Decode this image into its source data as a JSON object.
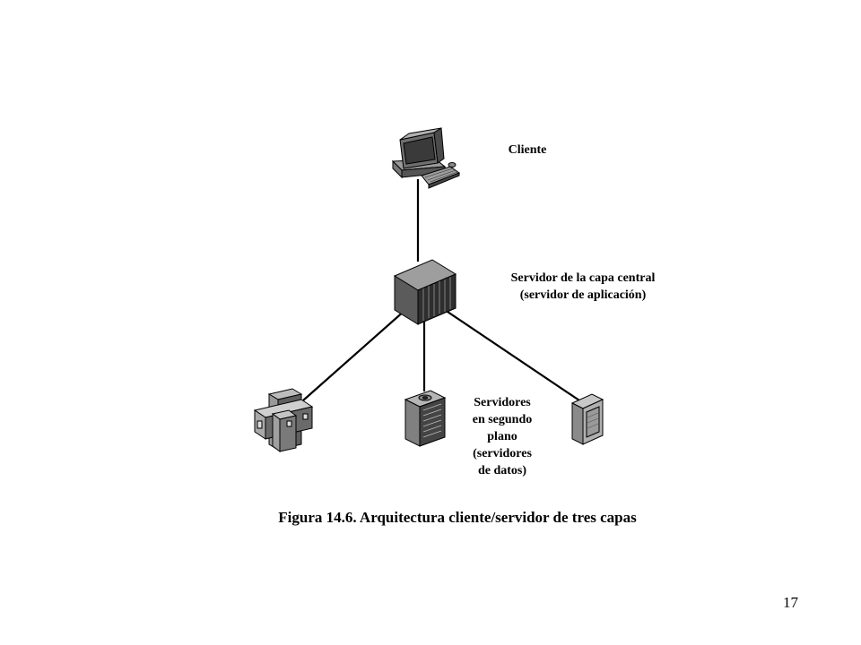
{
  "diagram": {
    "nodes": [
      {
        "id": "client",
        "icon": "desktop-computer-icon",
        "label_lines": [
          "Cliente"
        ]
      },
      {
        "id": "middle-tier",
        "icon": "rack-server-icon",
        "label_lines": [
          "Servidor de la capa central",
          "(servidor de aplicación)"
        ]
      },
      {
        "id": "backend-mainframe",
        "icon": "cluster-server-icon"
      },
      {
        "id": "backend-tower",
        "icon": "tower-server-icon"
      },
      {
        "id": "backend-cabinet",
        "icon": "cabinet-server-icon"
      }
    ],
    "backend_label_lines": [
      "Servidores",
      "en segundo",
      "plano",
      "(servidores",
      "de datos)"
    ],
    "edges": [
      [
        "client",
        "middle-tier"
      ],
      [
        "middle-tier",
        "backend-mainframe"
      ],
      [
        "middle-tier",
        "backend-tower"
      ],
      [
        "middle-tier",
        "backend-cabinet"
      ]
    ]
  },
  "caption": "Figura 14.6. Arquitectura cliente/servidor de tres capas",
  "page_number": "17"
}
